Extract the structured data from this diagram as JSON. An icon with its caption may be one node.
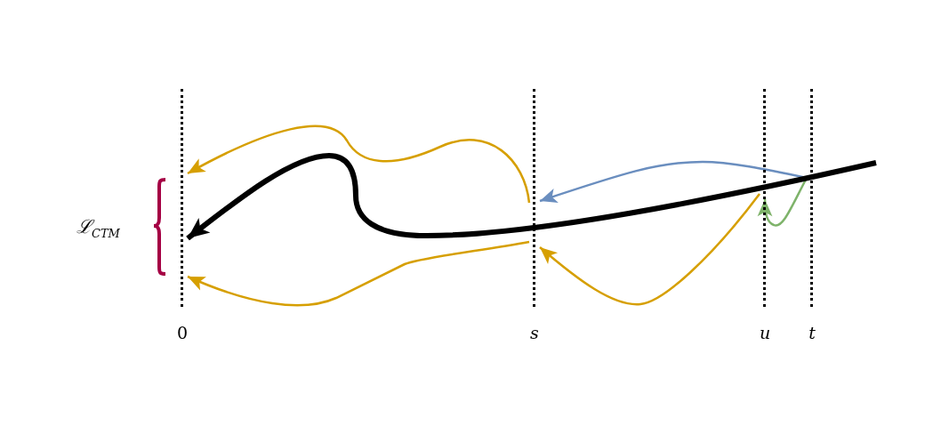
{
  "diagram": {
    "nodes": [
      {
        "text": [
          "0"
        ]
      },
      {
        "text": [
          "s"
        ]
      },
      {
        "text": [
          "u"
        ]
      },
      {
        "text": [
          "t"
        ]
      }
    ],
    "edges": [
      {
        "from": 1,
        "to": 0,
        "arrow": "to"
      },
      {
        "from": 1,
        "to": 0,
        "arrow": "to"
      },
      {
        "from": 2,
        "to": 1,
        "arrow": "to"
      },
      {
        "from": 3,
        "to": 1,
        "arrow": "to",
        "color": "#6a8ebf"
      },
      {
        "from": 3,
        "to": 2,
        "arrow": "to",
        "color": "#7eb36a"
      },
      {
        "from": null,
        "to": 0,
        "arrow": "to",
        "style": "thick",
        "color": "#000000"
      }
    ],
    "labels": [
      "ℒ$_{CTM}$"
    ]
  }
}
